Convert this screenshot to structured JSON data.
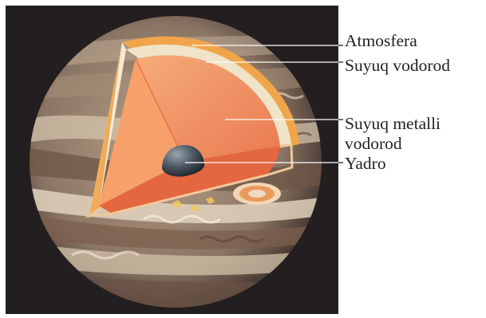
{
  "labels": {
    "atmosphere": "Atmosfera",
    "liquid_hydrogen": "Suyuq vodorod",
    "metallic_hydrogen_line1": "Suyuq metalli",
    "metallic_hydrogen_line2": "vodorod",
    "core": "Yadro"
  },
  "colors": {
    "background_panel": "#231f20",
    "atmosphere_layer": "#f0a54a",
    "liquid_hydrogen_layer": "#efe3c8",
    "metallic_hydrogen_layer": "#f07d4e",
    "core": "#4a5560",
    "leader_line": "#ffffff",
    "label_text": "#231f20"
  }
}
